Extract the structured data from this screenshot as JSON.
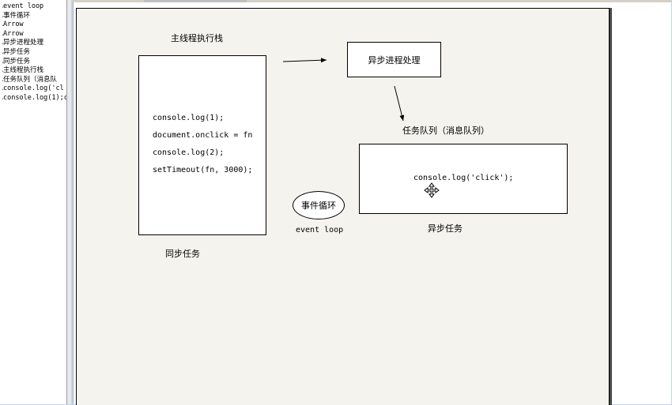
{
  "panel": {
    "items": [
      "event loop",
      "事件循环",
      "Arrow",
      "Arrow",
      "异步进程处理",
      "异步任务",
      "同步任务",
      "主线程执行栈",
      "任务队列（消息队",
      "console.log('cl",
      "console.log(1);c"
    ]
  },
  "slide": {
    "main_stack_title": "主线程执行栈",
    "main_stack_code": [
      "console.log(1);",
      "document.onclick = fn",
      "console.log(2);",
      "setTimeout(fn, 3000);"
    ],
    "sync_label": "同步任务",
    "async_process_label": "异步进程处理",
    "task_queue_title": "任务队列（消息队列）",
    "task_queue_code": "console.log('click');",
    "async_label": "异步任务",
    "event_loop_cn": "事件循环",
    "event_loop_en": "event loop"
  }
}
